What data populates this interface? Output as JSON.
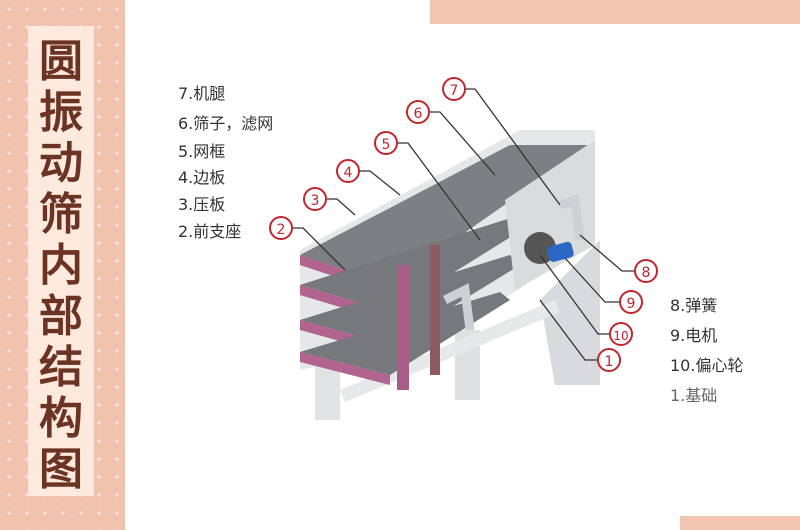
{
  "title_chars": [
    "圆",
    "振",
    "动",
    "筛",
    "内",
    "部",
    "结",
    "构",
    "图"
  ],
  "labels_left": [
    "7.机腿",
    "6.筛子，滤网",
    "5.网框",
    "4.边板",
    "3.压板",
    "2.前支座"
  ],
  "labels_right": [
    "8.弹簧",
    "9.电机",
    "10.偏心轮",
    "1.基础"
  ],
  "callouts": [
    "7",
    "6",
    "5",
    "4",
    "3",
    "2",
    "8",
    "9",
    "10",
    "1"
  ],
  "colors": {
    "accent": "#c0262c",
    "frame": "#b0648f",
    "body": "#e9e9ea",
    "background": "#f3c6b3"
  }
}
